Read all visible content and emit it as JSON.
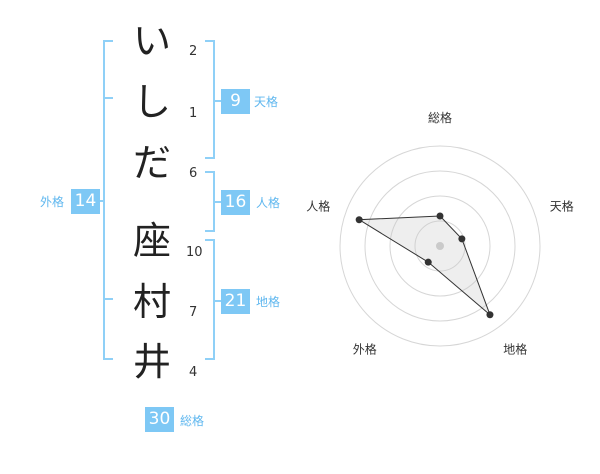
{
  "name": {
    "characters": [
      {
        "char": "い",
        "strokes": "2"
      },
      {
        "char": "し",
        "strokes": "1"
      },
      {
        "char": "だ",
        "strokes": "6"
      },
      {
        "char": "座",
        "strokes": "10"
      },
      {
        "char": "村",
        "strokes": "7"
      },
      {
        "char": "井",
        "strokes": "4"
      }
    ]
  },
  "kakusu": {
    "tenkaku": {
      "value": "9",
      "label": "天格"
    },
    "jinkaku": {
      "value": "16",
      "label": "人格"
    },
    "chikaku": {
      "value": "21",
      "label": "地格"
    },
    "gaikaku": {
      "value": "14",
      "label": "外格"
    },
    "soukaku": {
      "value": "30",
      "label": "総格"
    }
  },
  "colors": {
    "accent": "#7ec8f5",
    "accent_text": "#5fb7ef",
    "bracket": "#8fd0f7"
  },
  "chart_data": {
    "type": "radar",
    "axes": [
      "総格",
      "天格",
      "地格",
      "外格",
      "人格"
    ],
    "values": [
      0.3,
      0.23,
      0.85,
      0.2,
      0.85
    ],
    "rings": 4,
    "grid": true
  }
}
